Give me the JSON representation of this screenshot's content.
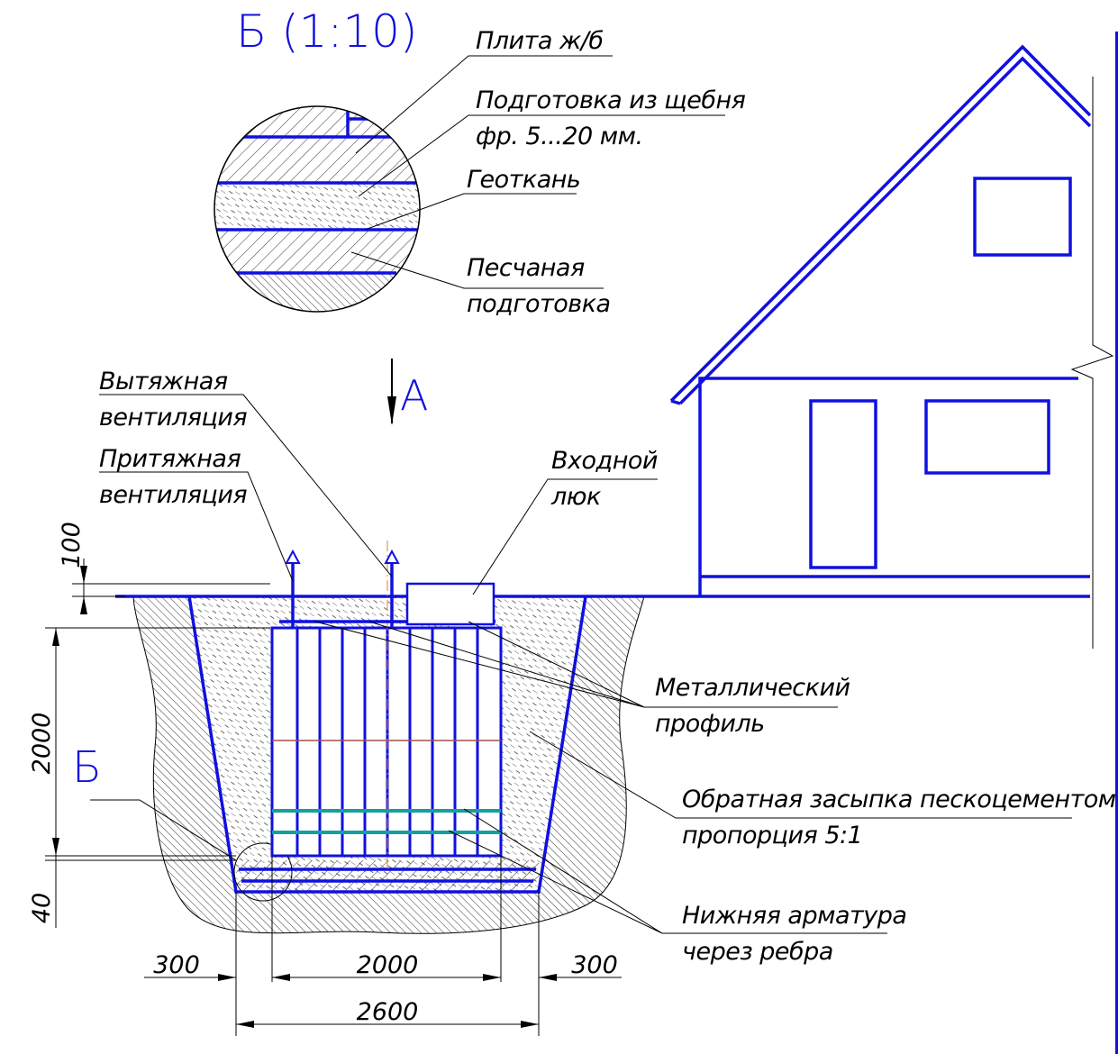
{
  "detail": {
    "title": "Б (1:10)",
    "layers": [
      {
        "label": "Плита ж/б"
      },
      {
        "label": "Подготовка из щебня",
        "label2": "фр. 5...20 мм."
      },
      {
        "label": "Геоткань"
      },
      {
        "label": "Песчаная",
        "label2": "подготовка"
      }
    ]
  },
  "section": {
    "view_marker": "А",
    "detail_marker": "Б",
    "callouts": {
      "exhaust_vent": [
        "Вытяжная",
        "вентиляция"
      ],
      "supply_vent": [
        "Притяжная",
        "вентиляция"
      ],
      "hatch": [
        "Входной",
        "люк"
      ],
      "metal_profile": [
        "Металлический",
        "профиль"
      ],
      "backfill": [
        "Обратная засыпка пескоцементом",
        "пропорция 5:1"
      ],
      "bottom_rebar": [
        "Нижняя арматура",
        "через ребра"
      ]
    },
    "dimensions": {
      "top_cover": "100",
      "depth": "2000",
      "base": "40",
      "left_gap": "300",
      "width": "2000",
      "right_gap": "300",
      "total_width": "2600"
    }
  },
  "colors": {
    "outline": "#1010e0",
    "rebar": "#14a0a0",
    "lines": "#000000"
  }
}
